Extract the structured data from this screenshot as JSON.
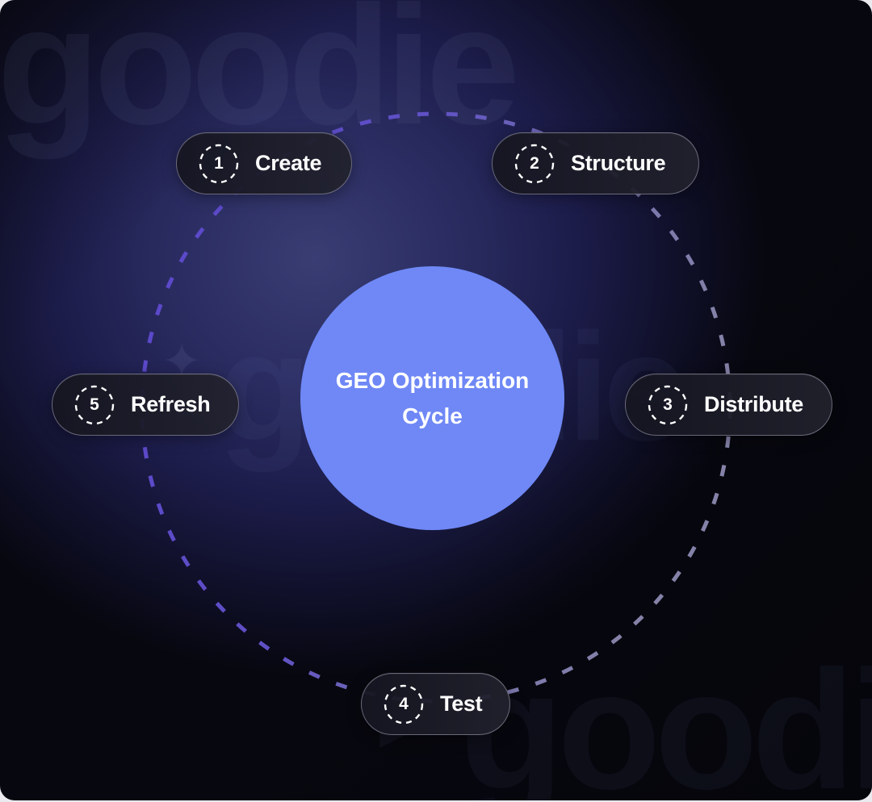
{
  "diagram": {
    "type": "cycle",
    "center": {
      "title": "GEO Optimization Cycle",
      "color": "#6f88f6"
    },
    "steps": [
      {
        "number": "1",
        "label": "Create"
      },
      {
        "number": "2",
        "label": "Structure"
      },
      {
        "number": "3",
        "label": "Distribute"
      },
      {
        "number": "4",
        "label": "Test"
      },
      {
        "number": "5",
        "label": "Refresh"
      }
    ],
    "ring": {
      "style": "dashed",
      "color_start": "#5b48cc",
      "color_end": "#7d7ba8"
    }
  },
  "branding": {
    "watermark_text": "goodie",
    "icon": "sparkle-icon"
  },
  "colors": {
    "background_light": "#393d72",
    "background_dark": "#07070f",
    "pill_background": "#1c1c28",
    "pill_border": "#aaaabe",
    "text": "#ffffff"
  }
}
